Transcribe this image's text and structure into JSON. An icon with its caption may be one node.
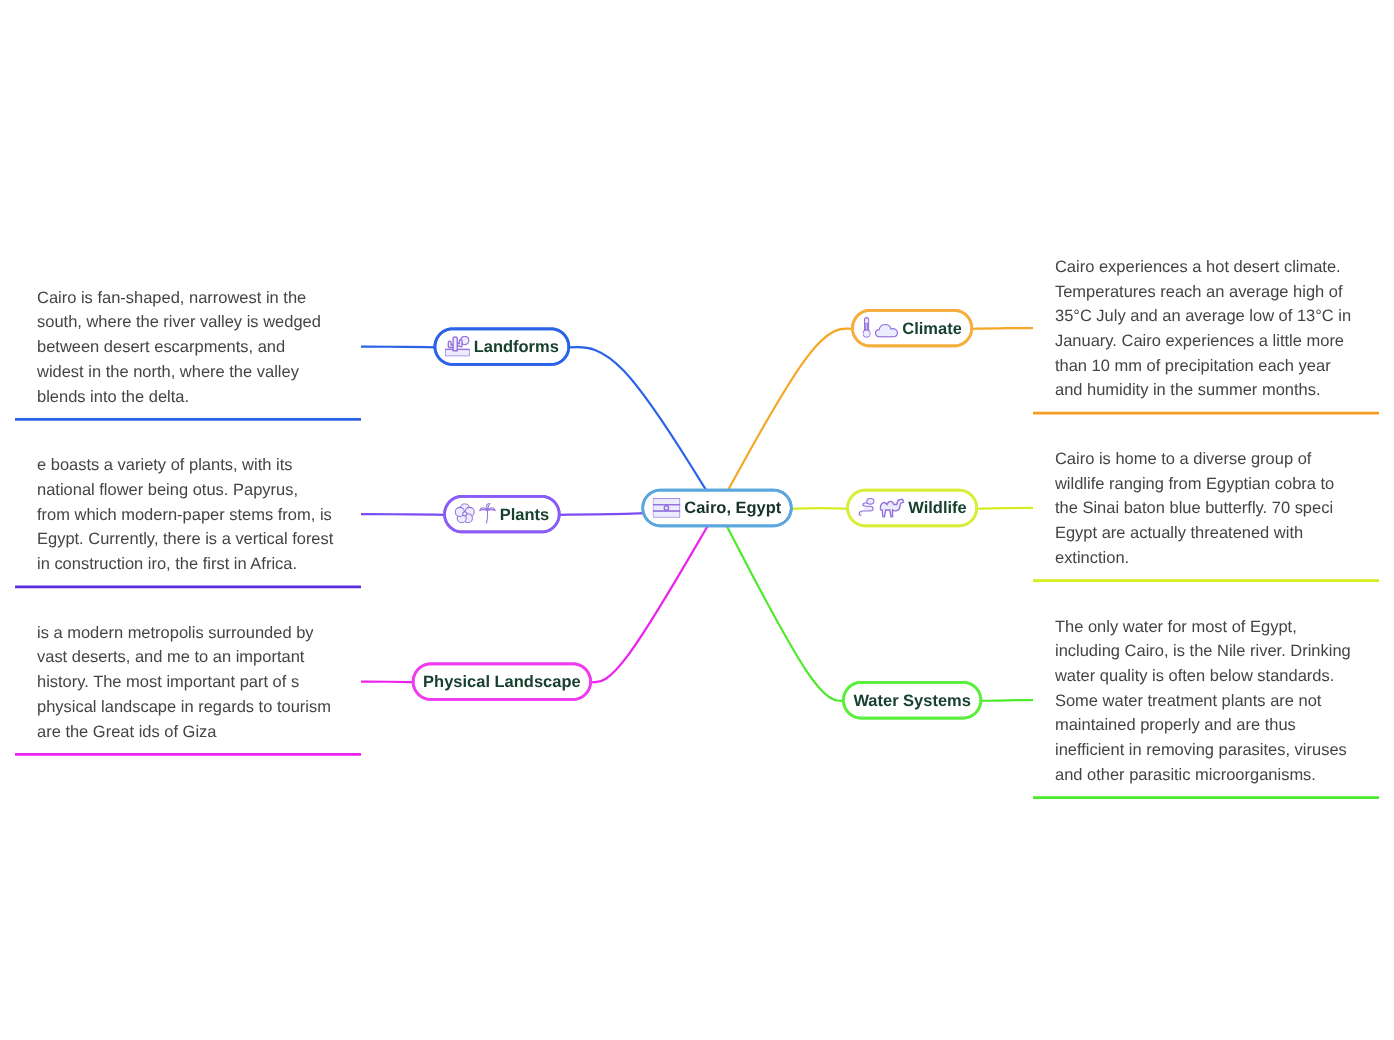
{
  "diagram": {
    "nodes": [
      {
        "text": [
          "Cairo, Egypt"
        ]
      },
      {
        "text": [
          "Landforms"
        ]
      },
      {
        "text": [
          "Cairo is fan-shaped, narrowest in the south, where the river valley is wedged between desert escarpments, and widest in the north, where the valley blends into the delta."
        ]
      },
      {
        "text": [
          "Plants"
        ]
      },
      {
        "text": [
          "e boasts a variety of plants, with its national flower being otus. Papyrus, from which modern-paper stems from, is Egypt. Currently, there is a vertical forest in construction iro, the first in Africa."
        ]
      },
      {
        "text": [
          "Physical Landscape"
        ]
      },
      {
        "text": [
          "is a modern metropolis surrounded by vast deserts, and me to an important history. The most important part of s physical landscape in regards to tourism are the Great ids of Giza"
        ]
      },
      {
        "text": [
          "Climate"
        ]
      },
      {
        "text": [
          "Cairo experiences a hot desert climate. Temperatures reach an average high of 35°C July and an average low of 13°C in January. Cairo experiences a little more than 10 mm of precipitation each year and humidity in the summer months."
        ]
      },
      {
        "text": [
          "Wildlife"
        ]
      },
      {
        "text": [
          "Cairo is home to a diverse group of wildlife ranging from Egyptian cobra to the Sinai baton blue butterfly. 70 speci Egypt are actually threatened with extinction."
        ]
      },
      {
        "text": [
          "Water Systems"
        ]
      },
      {
        "text": [
          "The only water for most of Egypt, including Cairo, is the Nile river. Drinking water quality is often below standards. Some water treatment plants are not maintained properly and are thus inefficient in removing parasites, viruses and other parasitic microorganisms."
        ]
      }
    ],
    "edges": [
      {
        "from": 1,
        "to": 0,
        "arrow": "none",
        "color": "#2b63e8"
      },
      {
        "from": 2,
        "to": 1,
        "arrow": "none",
        "color": "#2b63e8"
      },
      {
        "from": 3,
        "to": 0,
        "arrow": "none",
        "color": "#7a4cf2"
      },
      {
        "from": 4,
        "to": 3,
        "arrow": "none",
        "color": "#7a4cf2"
      },
      {
        "from": 5,
        "to": 0,
        "arrow": "none",
        "color": "#ee22ee"
      },
      {
        "from": 6,
        "to": 5,
        "arrow": "none",
        "color": "#ee22ee"
      },
      {
        "from": 0,
        "to": 7,
        "arrow": "none",
        "color": "#f5a623"
      },
      {
        "from": 7,
        "to": 8,
        "arrow": "none",
        "color": "#f5a623"
      },
      {
        "from": 0,
        "to": 9,
        "arrow": "none",
        "color": "#d4ec22"
      },
      {
        "from": 9,
        "to": 10,
        "arrow": "none",
        "color": "#d4ec22"
      },
      {
        "from": 0,
        "to": 11,
        "arrow": "none",
        "color": "#4dea2c"
      },
      {
        "from": 11,
        "to": 12,
        "arrow": "none",
        "color": "#4dea2c"
      }
    ]
  }
}
